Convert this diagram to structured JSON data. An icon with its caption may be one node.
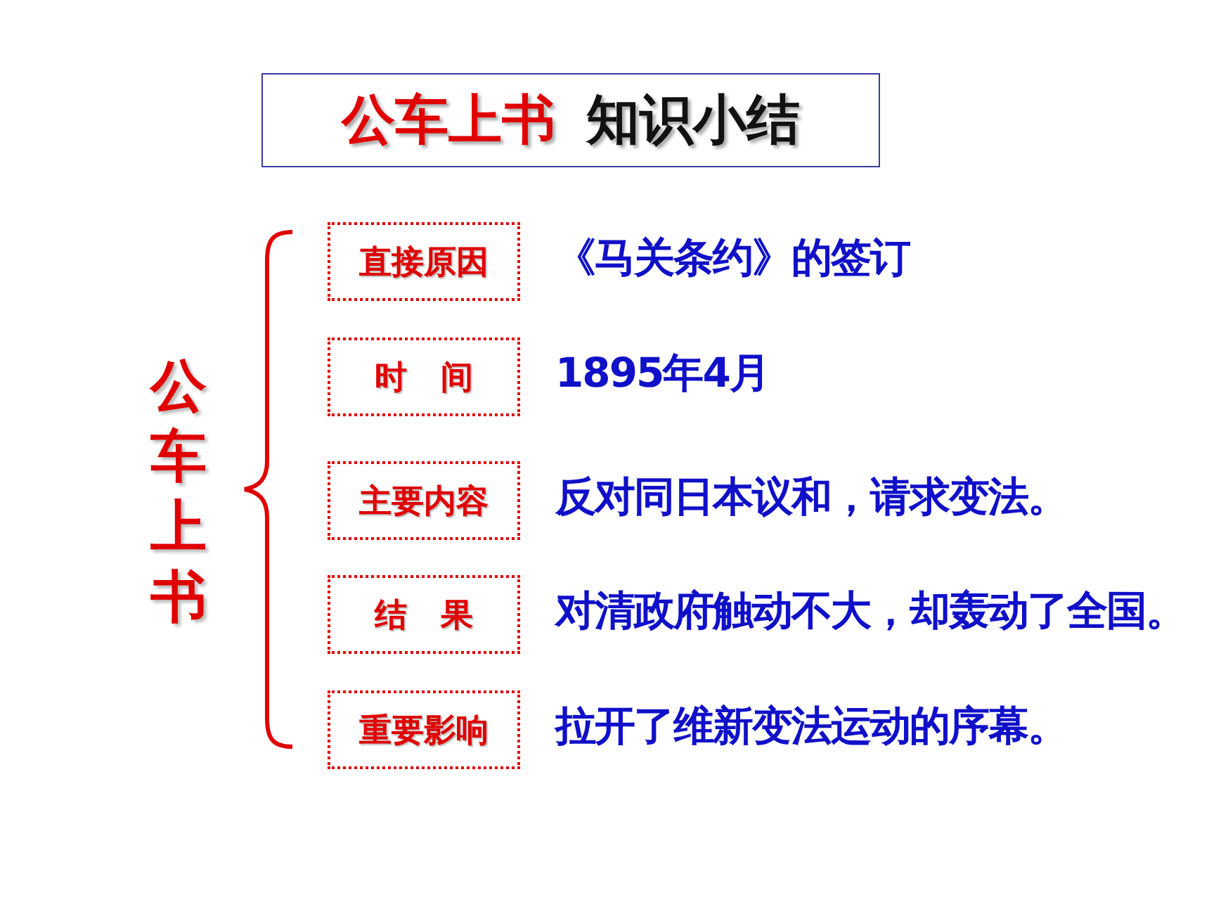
{
  "diagram": {
    "title": "公车上书 知识小结",
    "nodes": [
      {
        "text": [
          "直接原因"
        ],
        "beside": [
          "《马关条约》的签订"
        ]
      },
      {
        "text": [
          "时 间"
        ],
        "beside": [
          "1895年4月"
        ]
      },
      {
        "text": [
          "主要内容"
        ],
        "beside": [
          "反对同日本议和，请求变法。"
        ]
      },
      {
        "text": [
          "结 果"
        ],
        "beside": [
          "对清政府触动不大，却轰动了全国。"
        ]
      },
      {
        "text": [
          "重要影响"
        ],
        "beside": [
          "拉开了维新变法运动的序幕。"
        ]
      }
    ],
    "labels": [
      "公车上书"
    ]
  }
}
